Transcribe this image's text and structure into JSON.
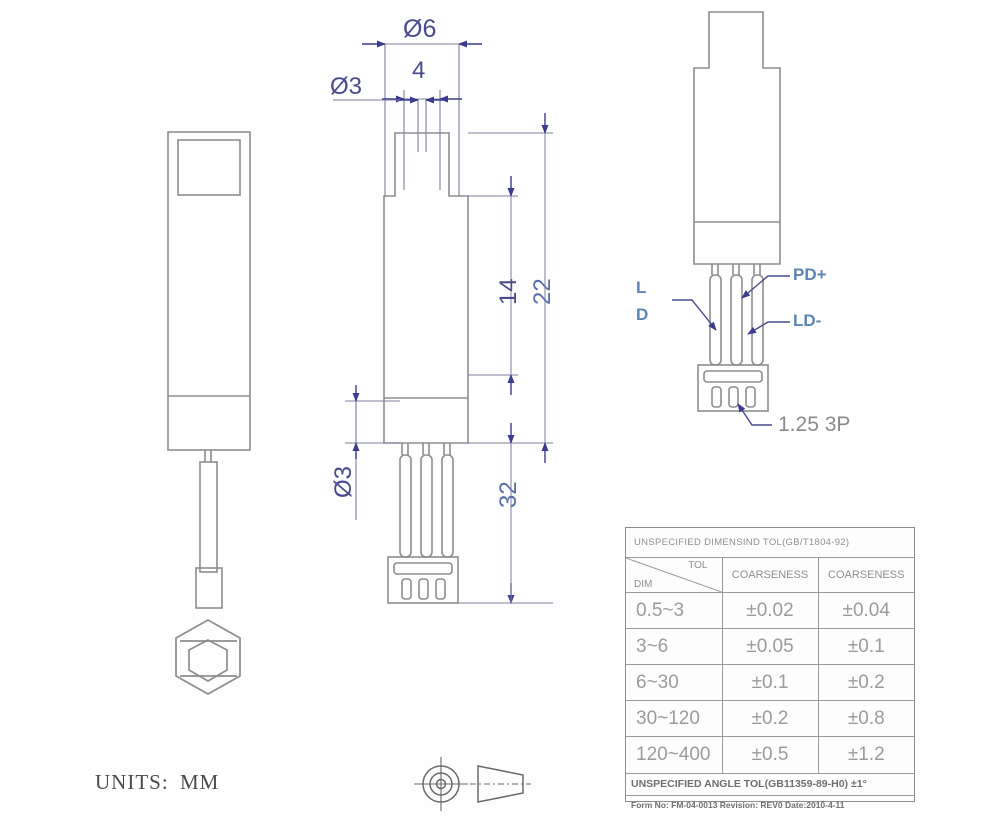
{
  "drawing": {
    "units_label": "UNITS:",
    "units_value": "MM",
    "projection_symbol": "first-angle-projection"
  },
  "dimensions": {
    "dia6": "Ø6",
    "width4": "4",
    "dia3_top": "Ø3",
    "dia3_left": "Ø3",
    "len14": "14",
    "len22": "22",
    "len32": "32"
  },
  "pin_labels": {
    "ld_line1": "L",
    "ld_line2": "D",
    "pd_plus": "PD+",
    "ld_minus": "LD-",
    "connector": "1.25  3P"
  },
  "tolerance_table": {
    "title": "UNSPECIFIED DIMENSIND TOL(GB/T1804-92)",
    "corner_tol": "TOL",
    "corner_dim": "DIM",
    "col_headers": [
      "COARSENESS",
      "COARSENESS"
    ],
    "rows": [
      {
        "range": "0.5~3",
        "coarse1": "±0.02",
        "coarse2": "±0.04"
      },
      {
        "range": "3~6",
        "coarse1": "±0.05",
        "coarse2": "±0.1"
      },
      {
        "range": "6~30",
        "coarse1": "±0.1",
        "coarse2": "±0.2"
      },
      {
        "range": "30~120",
        "coarse1": "±0.2",
        "coarse2": "±0.8"
      },
      {
        "range": "120~400",
        "coarse1": "±0.5",
        "coarse2": "±1.2"
      }
    ],
    "angle_tol": "UNSPECIFIED ANGLE TOL(GB11359-89-H0) ±1°",
    "form_info": "Form No: FM-04-0013  Revision: REV0   Date:2010-4-11"
  },
  "colors": {
    "outline": "#8d8d8d",
    "dimension": "#4a4a8c",
    "label_blue": "#5c86b5",
    "table_text": "#9b9b9b",
    "background": "#fefefe"
  }
}
